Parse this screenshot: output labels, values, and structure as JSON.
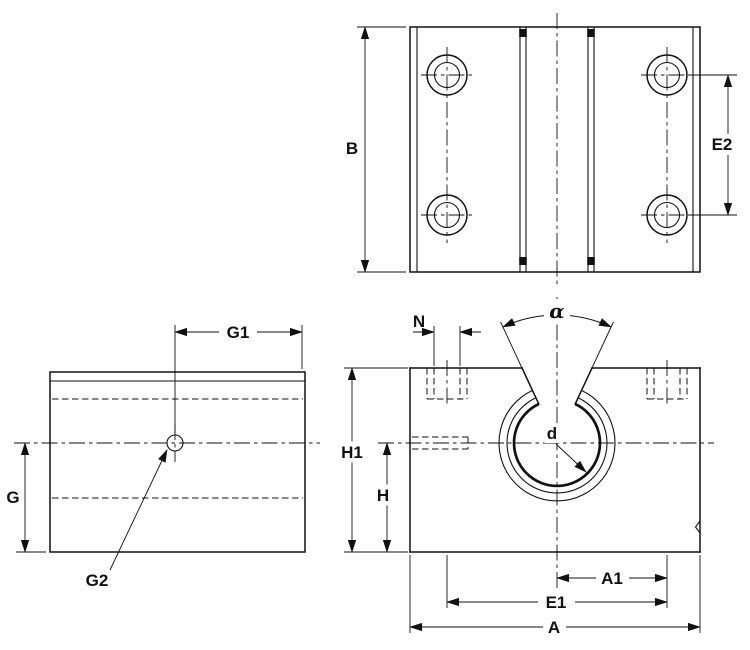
{
  "drawing": {
    "background": "#ffffff",
    "line_color": "#111111",
    "labels": {
      "B": "B",
      "E2": "E2",
      "G1": "G1",
      "G": "G",
      "G2": "G2",
      "N": "N",
      "alpha": "α",
      "d": "d",
      "H1": "H1",
      "H": "H",
      "A1": "A1",
      "E1": "E1",
      "A": "A"
    }
  }
}
